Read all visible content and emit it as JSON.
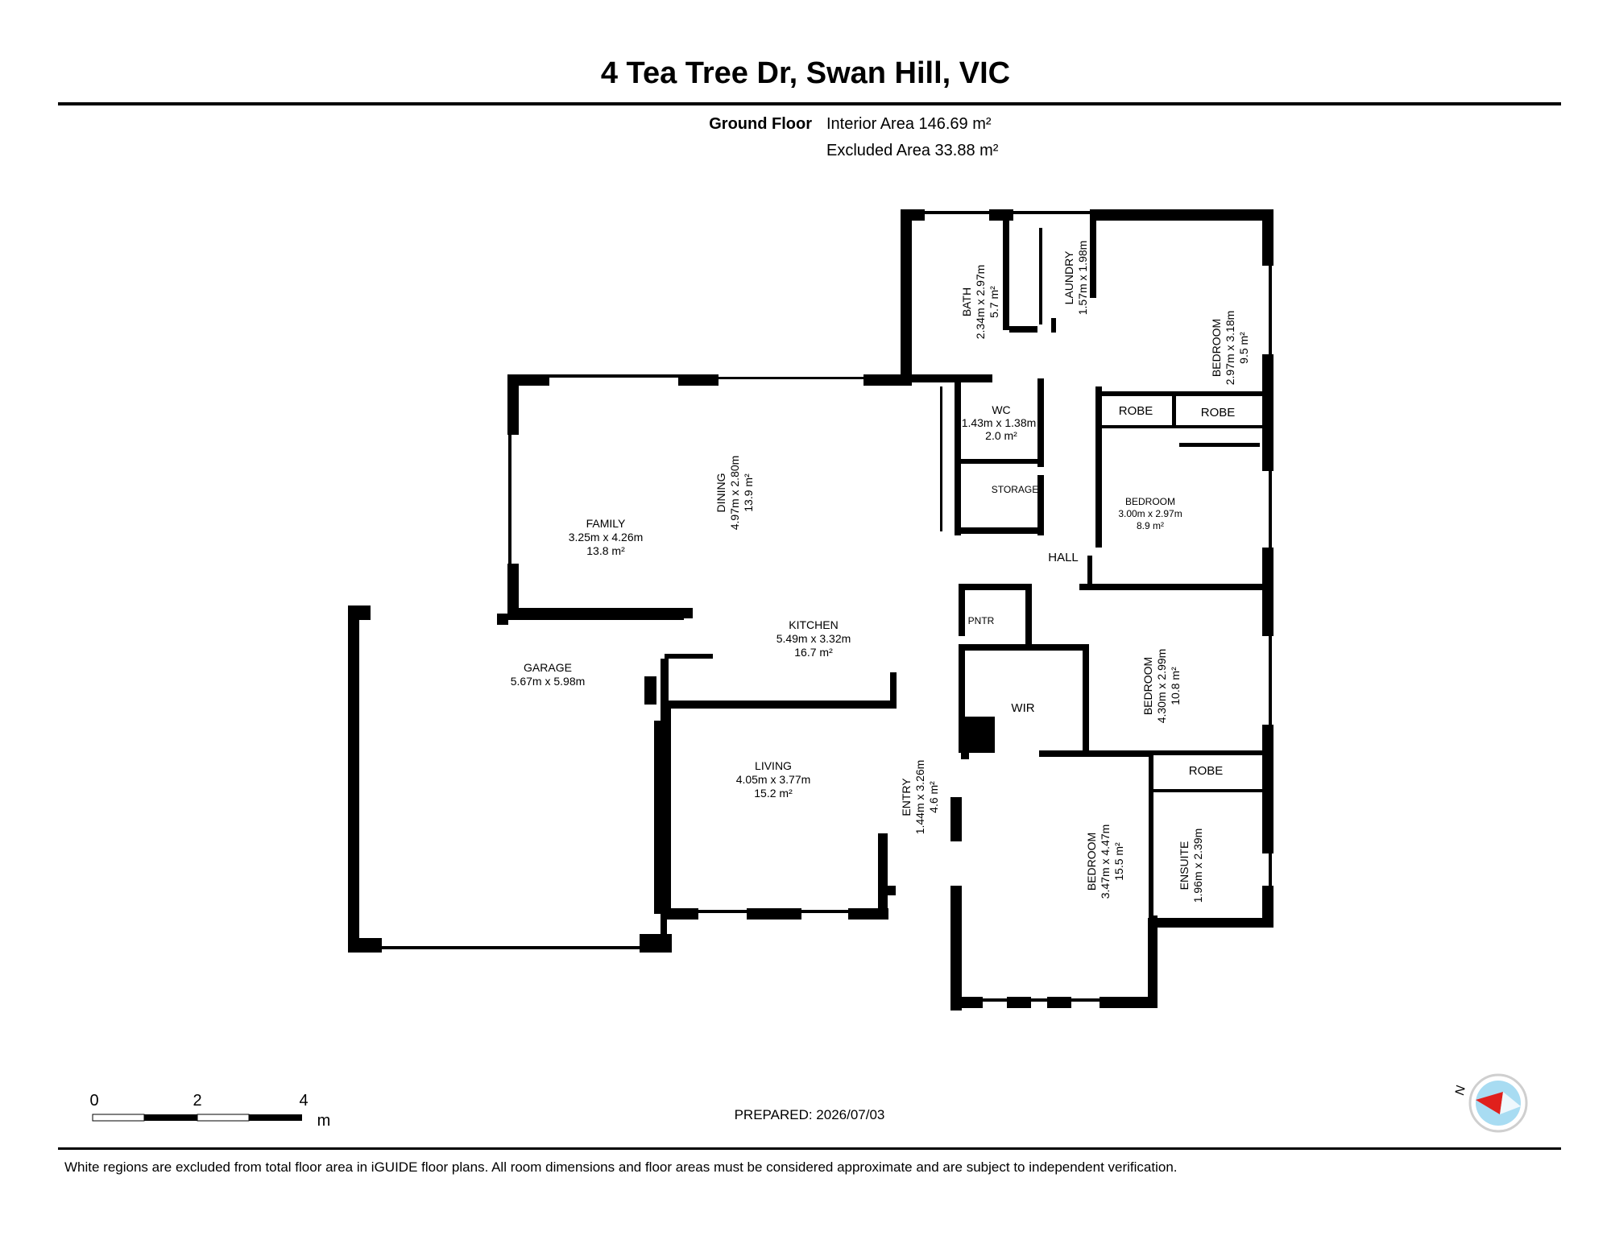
{
  "title": "4 Tea Tree Dr, Swan Hill, VIC",
  "floor": {
    "name": "Ground Floor",
    "interior_area": "Interior Area 146.69 m²",
    "excluded_area": "Excluded Area 33.88 m²"
  },
  "rooms": {
    "family": {
      "name": "FAMILY",
      "dims": "3.25m x 4.26m",
      "area": "13.8 m²"
    },
    "dining": {
      "name": "DINING",
      "dims": "4.97m x 2.80m",
      "area": "13.9 m²"
    },
    "kitchen": {
      "name": "KITCHEN",
      "dims": "5.49m x 3.32m",
      "area": "16.7 m²"
    },
    "garage": {
      "name": "GARAGE",
      "dims": "5.67m x 5.98m"
    },
    "living": {
      "name": "LIVING",
      "dims": "4.05m x 3.77m",
      "area": "15.2 m²"
    },
    "entry": {
      "name": "ENTRY",
      "dims": "1.44m x 3.26m",
      "area": "4.6 m²"
    },
    "bath": {
      "name": "BATH",
      "dims": "2.34m x 2.97m",
      "area": "5.7 m²"
    },
    "laundry": {
      "name": "LAUNDRY",
      "dims": "1.57m x 1.98m"
    },
    "wc": {
      "name": "WC",
      "dims": "1.43m x 1.38m",
      "area": "2.0 m²"
    },
    "storage": {
      "name": "STORAGE"
    },
    "hall": {
      "name": "HALL"
    },
    "pntr": {
      "name": "PNTR"
    },
    "wir": {
      "name": "WIR"
    },
    "robe1": {
      "name": "ROBE"
    },
    "robe2": {
      "name": "ROBE"
    },
    "robe3": {
      "name": "ROBE"
    },
    "bedroom1": {
      "name": "BEDROOM",
      "dims": "2.97m x 3.18m",
      "area": "9.5 m²"
    },
    "bedroom2": {
      "name": "BEDROOM",
      "dims": "3.00m x 2.97m",
      "area": "8.9 m²"
    },
    "bedroom3": {
      "name": "BEDROOM",
      "dims": "4.30m x 2.99m",
      "area": "10.8 m²"
    },
    "bedroom4": {
      "name": "BEDROOM",
      "dims": "3.47m x 4.47m",
      "area": "15.5 m²"
    },
    "ensuite": {
      "name": "ENSUITE",
      "dims": "1.96m x 2.39m"
    }
  },
  "scale": {
    "labels": [
      "0",
      "2",
      "4"
    ],
    "unit": "m"
  },
  "compass": {
    "label": "N",
    "icon": "compass-icon",
    "needle_color": "#e0201c",
    "ring_color": "#a8dcf2"
  },
  "prepared": "PREPARED: 2026/07/03",
  "disclaimer": "White regions are excluded from total floor area in iGUIDE floor plans. All room dimensions and floor areas must be considered approximate and are subject to independent verification."
}
